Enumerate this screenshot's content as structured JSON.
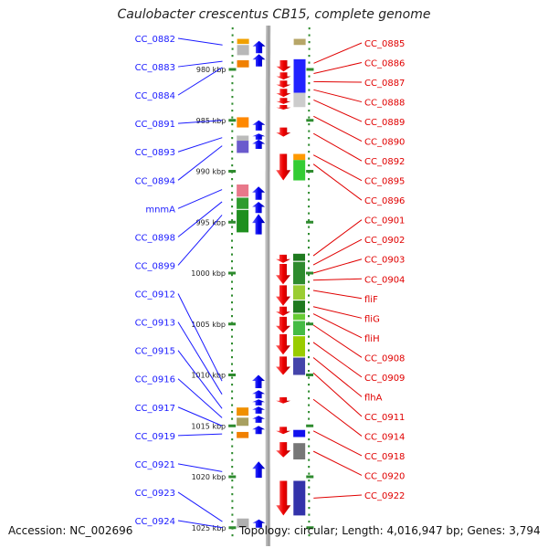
{
  "title": "Caulobacter crescentus CB15, complete genome",
  "footer": {
    "accession": "Accession: NC_002696",
    "summary": "Topology: circular; Length: 4,016,947 bp; Genes: 3,794"
  },
  "colors": {
    "left_label": "#1a1aff",
    "right_label": "#e00000",
    "tick": "#2e8b2e",
    "axis": "#888888"
  },
  "ruler": {
    "unit": "kbp",
    "ticks": [
      {
        "label": "980 kbp",
        "kbp": 980
      },
      {
        "label": "985 kbp",
        "kbp": 985
      },
      {
        "label": "990 kbp",
        "kbp": 990
      },
      {
        "label": "995 kbp",
        "kbp": 995
      },
      {
        "label": "1000 kbp",
        "kbp": 1000
      },
      {
        "label": "1005 kbp",
        "kbp": 1005
      },
      {
        "label": "1010 kbp",
        "kbp": 1010
      },
      {
        "label": "1015 kbp",
        "kbp": 1015
      },
      {
        "label": "1020 kbp",
        "kbp": 1020
      },
      {
        "label": "1025 kbp",
        "kbp": 1025
      }
    ]
  },
  "genes_left": [
    {
      "name": "CC_0882",
      "kbp": 977.6
    },
    {
      "name": "CC_0883",
      "kbp": 979.2
    },
    {
      "name": "CC_0884",
      "kbp": 979.8
    },
    {
      "name": "CC_0891",
      "kbp": 985.0
    },
    {
      "name": "CC_0893",
      "kbp": 986.7
    },
    {
      "name": "CC_0894",
      "kbp": 987.5
    },
    {
      "name": "mnmA",
      "kbp": 991.8
    },
    {
      "name": "CC_0898",
      "kbp": 993.0
    },
    {
      "name": "CC_0899",
      "kbp": 994.3
    },
    {
      "name": "CC_0912",
      "kbp": 1010.6
    },
    {
      "name": "CC_0913",
      "kbp": 1011.9
    },
    {
      "name": "CC_0915",
      "kbp": 1013.3
    },
    {
      "name": "CC_0916",
      "kbp": 1014.2
    },
    {
      "name": "CC_0917",
      "kbp": 1015.0
    },
    {
      "name": "CC_0919",
      "kbp": 1015.8
    },
    {
      "name": "CC_0921",
      "kbp": 1019.5
    },
    {
      "name": "CC_0923",
      "kbp": 1024.4
    },
    {
      "name": "CC_0924",
      "kbp": 1025.0
    }
  ],
  "genes_right": [
    {
      "name": "CC_0885",
      "kbp": 979.4
    },
    {
      "name": "CC_0886",
      "kbp": 980.4
    },
    {
      "name": "CC_0887",
      "kbp": 981.2
    },
    {
      "name": "CC_0888",
      "kbp": 982.0
    },
    {
      "name": "CC_0889",
      "kbp": 983.0
    },
    {
      "name": "CC_0890",
      "kbp": 984.6
    },
    {
      "name": "CC_0892",
      "kbp": 986.3
    },
    {
      "name": "CC_0895",
      "kbp": 988.4
    },
    {
      "name": "CC_0896",
      "kbp": 989.3
    },
    {
      "name": "CC_0901",
      "kbp": 998.3
    },
    {
      "name": "CC_0902",
      "kbp": 999.2
    },
    {
      "name": "CC_0903",
      "kbp": 1000.0
    },
    {
      "name": "CC_0904",
      "kbp": 1000.7
    },
    {
      "name": "fliF",
      "kbp": 1001.7
    },
    {
      "name": "fliG",
      "kbp": 1003.3
    },
    {
      "name": "fliH",
      "kbp": 1004.0
    },
    {
      "name": "CC_0908",
      "kbp": 1005.1
    },
    {
      "name": "CC_0909",
      "kbp": 1006.8
    },
    {
      "name": "flhA",
      "kbp": 1008.3
    },
    {
      "name": "CC_0911",
      "kbp": 1009.8
    },
    {
      "name": "CC_0914",
      "kbp": 1012.4
    },
    {
      "name": "CC_0918",
      "kbp": 1015.5
    },
    {
      "name": "CC_0920",
      "kbp": 1017.5
    },
    {
      "name": "CC_0922",
      "kbp": 1022.1
    }
  ],
  "features": {
    "forward_cds": [
      {
        "kbp": 977.2,
        "len": 1.2
      },
      {
        "kbp": 978.5,
        "len": 1.2
      },
      {
        "kbp": 985.0,
        "len": 1.0
      },
      {
        "kbp": 986.3,
        "len": 0.6
      },
      {
        "kbp": 986.9,
        "len": 0.9
      },
      {
        "kbp": 991.5,
        "len": 1.3
      },
      {
        "kbp": 993.0,
        "len": 1.1
      },
      {
        "kbp": 994.2,
        "len": 2.0
      },
      {
        "kbp": 1010.0,
        "len": 1.3
      },
      {
        "kbp": 1011.5,
        "len": 0.8
      },
      {
        "kbp": 1012.4,
        "len": 0.6
      },
      {
        "kbp": 1013.1,
        "len": 0.7
      },
      {
        "kbp": 1014.0,
        "len": 0.7
      },
      {
        "kbp": 1015.0,
        "len": 0.8
      },
      {
        "kbp": 1018.5,
        "len": 1.6
      },
      {
        "kbp": 1024.2,
        "len": 0.8
      }
    ],
    "reverse_cds": [
      {
        "kbp": 979.1,
        "len": 1.1
      },
      {
        "kbp": 980.3,
        "len": 0.7
      },
      {
        "kbp": 981.1,
        "len": 0.7
      },
      {
        "kbp": 981.9,
        "len": 0.8
      },
      {
        "kbp": 982.8,
        "len": 0.6
      },
      {
        "kbp": 983.5,
        "len": 0.4
      },
      {
        "kbp": 985.7,
        "len": 0.9
      },
      {
        "kbp": 988.3,
        "len": 2.6
      },
      {
        "kbp": 998.2,
        "len": 0.8
      },
      {
        "kbp": 999.1,
        "len": 2.0
      },
      {
        "kbp": 1001.2,
        "len": 2.0
      },
      {
        "kbp": 1003.3,
        "len": 0.9
      },
      {
        "kbp": 1004.3,
        "len": 1.6
      },
      {
        "kbp": 1006.0,
        "len": 2.0
      },
      {
        "kbp": 1008.2,
        "len": 1.8
      },
      {
        "kbp": 1012.2,
        "len": 0.6
      },
      {
        "kbp": 1015.1,
        "len": 0.7
      },
      {
        "kbp": 1016.6,
        "len": 1.5
      },
      {
        "kbp": 1020.4,
        "len": 3.4
      }
    ],
    "left_col": [
      {
        "kbp": 977.0,
        "len": 0.5,
        "color": "#f0a000"
      },
      {
        "kbp": 977.6,
        "len": 1.0,
        "color": "#b8b8b8"
      },
      {
        "kbp": 979.1,
        "len": 0.7,
        "color": "#f08000"
      },
      {
        "kbp": 984.7,
        "len": 1.0,
        "color": "#ff8800"
      },
      {
        "kbp": 986.5,
        "len": 0.5,
        "color": "#bbbbbb"
      },
      {
        "kbp": 987.0,
        "len": 1.2,
        "color": "#6a5acd"
      },
      {
        "kbp": 991.3,
        "len": 1.2,
        "color": "#e8788a"
      },
      {
        "kbp": 992.6,
        "len": 1.1,
        "color": "#2e9b2e"
      },
      {
        "kbp": 993.8,
        "len": 2.2,
        "color": "#1f8f1f"
      },
      {
        "kbp": 1013.2,
        "len": 0.8,
        "color": "#f09000"
      },
      {
        "kbp": 1014.2,
        "len": 0.8,
        "color": "#a8a060"
      },
      {
        "kbp": 1015.6,
        "len": 0.6,
        "color": "#f08000"
      },
      {
        "kbp": 1024.1,
        "len": 0.9,
        "color": "#b0b0b0"
      }
    ],
    "right_col": [
      {
        "kbp": 977.0,
        "len": 0.6,
        "color": "#b7a668"
      },
      {
        "kbp": 979.0,
        "len": 3.3,
        "color": "#2222ff"
      },
      {
        "kbp": 982.3,
        "len": 1.4,
        "color": "#cccccc"
      },
      {
        "kbp": 988.3,
        "len": 0.6,
        "color": "#ff9900"
      },
      {
        "kbp": 988.9,
        "len": 2.0,
        "color": "#33cc33"
      },
      {
        "kbp": 998.1,
        "len": 0.7,
        "color": "#1f7a1f"
      },
      {
        "kbp": 998.9,
        "len": 2.2,
        "color": "#2e8b2e"
      },
      {
        "kbp": 1001.2,
        "len": 1.4,
        "color": "#9acd32"
      },
      {
        "kbp": 1002.7,
        "len": 1.2,
        "color": "#1f7a1f"
      },
      {
        "kbp": 1004.0,
        "len": 0.6,
        "color": "#66cc33"
      },
      {
        "kbp": 1004.7,
        "len": 1.4,
        "color": "#44bb44"
      },
      {
        "kbp": 1006.2,
        "len": 2.0,
        "color": "#99cc00"
      },
      {
        "kbp": 1008.3,
        "len": 1.7,
        "color": "#4444aa"
      },
      {
        "kbp": 1015.4,
        "len": 0.7,
        "color": "#1111ee"
      },
      {
        "kbp": 1016.7,
        "len": 1.6,
        "color": "#777777"
      },
      {
        "kbp": 1020.4,
        "len": 3.4,
        "color": "#3333aa"
      }
    ]
  }
}
